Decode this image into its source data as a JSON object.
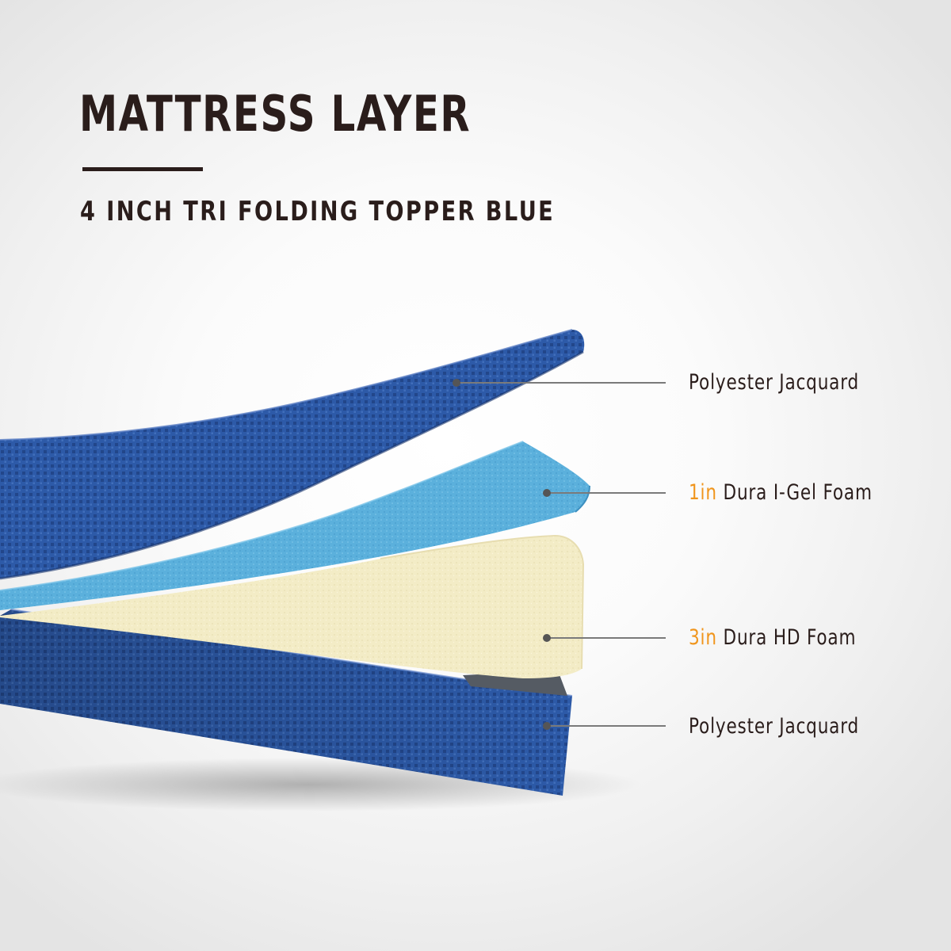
{
  "header": {
    "title": "MATTRESS LAYER",
    "subtitle": "4 INCH TRI FOLDING TOPPER BLUE"
  },
  "layers": [
    {
      "thickness": "",
      "name": "Polyester Jacquard"
    },
    {
      "thickness": "1in",
      "name": "Dura I-Gel Foam"
    },
    {
      "thickness": "3in",
      "name": "Dura HD Foam"
    },
    {
      "thickness": "",
      "name": "Polyester Jacquard"
    }
  ],
  "colors": {
    "text": "#2a1d1b",
    "accent": "#f0951c",
    "jacquard_blue": "#2d5aa8",
    "gel_foam_blue": "#5bb0dc",
    "hd_foam_cream": "#f3ecc6",
    "leader_line": "#7a7a7a"
  }
}
